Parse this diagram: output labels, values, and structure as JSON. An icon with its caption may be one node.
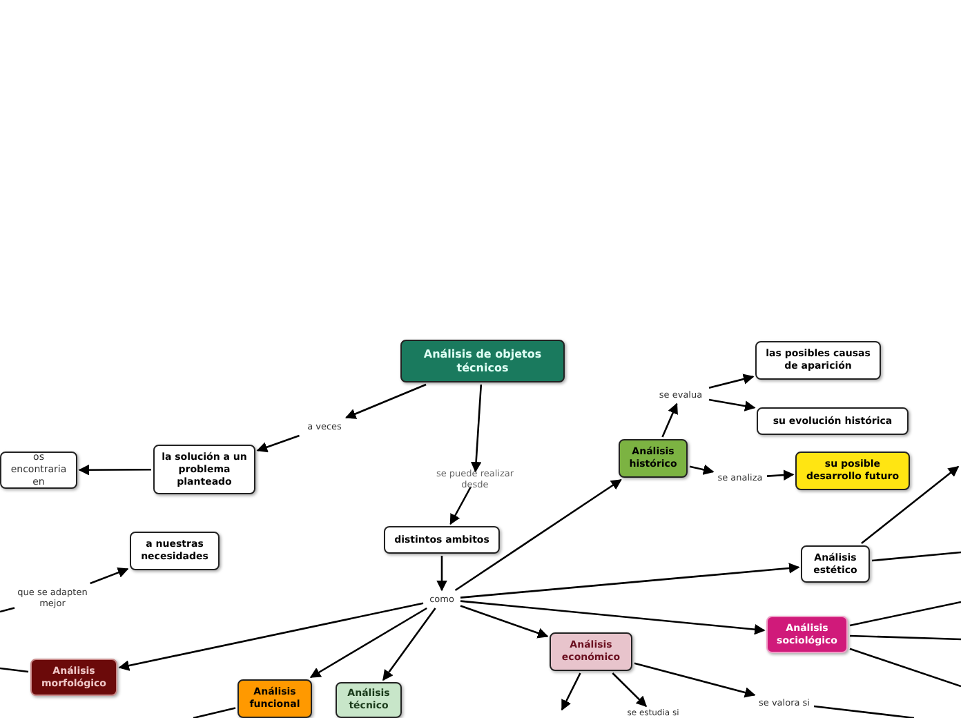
{
  "diagram": {
    "nodes": [
      {
        "text": [
          "Análisis de objetos técnicos"
        ]
      },
      {
        "text": [
          "a veces"
        ]
      },
      {
        "text": [
          "la solución a un problema planteado"
        ]
      },
      {
        "text": [
          "os encontraria en"
        ]
      },
      {
        "text": [
          "se puede realizar desde"
        ]
      },
      {
        "text": [
          "distintos ambitos"
        ]
      },
      {
        "text": [
          "como"
        ]
      },
      {
        "text": [
          "que se adapten mejor"
        ]
      },
      {
        "text": [
          "a nuestras necesidades"
        ]
      },
      {
        "text": [
          "Análisis morfológico"
        ]
      },
      {
        "text": [
          "Análisis funcional"
        ]
      },
      {
        "text": [
          "Análisis técnico"
        ]
      },
      {
        "text": [
          "Análisis económico"
        ]
      },
      {
        "text": [
          "se estudia si"
        ]
      },
      {
        "text": [
          "Análisis histórico"
        ]
      },
      {
        "text": [
          "se evalua"
        ]
      },
      {
        "text": [
          "las posibles causas de aparición"
        ]
      },
      {
        "text": [
          "su evolución histórica"
        ]
      },
      {
        "text": [
          "se analiza"
        ]
      },
      {
        "text": [
          "su posible desarrollo futuro"
        ]
      },
      {
        "text": [
          "Análisis estético"
        ]
      },
      {
        "text": [
          "Análisis sociológico"
        ]
      },
      {
        "text": [
          "se valora si"
        ]
      }
    ],
    "edges": [
      {
        "from": 0,
        "to": 1,
        "arrow": "to"
      },
      {
        "from": 1,
        "to": 2,
        "arrow": "to"
      },
      {
        "from": 2,
        "to": 3,
        "arrow": "to"
      },
      {
        "from": 0,
        "to": 4,
        "arrow": "to"
      },
      {
        "from": 4,
        "to": 5,
        "arrow": "to"
      },
      {
        "from": 5,
        "to": 6,
        "arrow": "to"
      },
      {
        "from": 6,
        "to": 9,
        "arrow": "to"
      },
      {
        "from": 6,
        "to": 10,
        "arrow": "to"
      },
      {
        "from": 6,
        "to": 11,
        "arrow": "to"
      },
      {
        "from": 6,
        "to": 12,
        "arrow": "to"
      },
      {
        "from": 6,
        "to": 14,
        "arrow": "to"
      },
      {
        "from": 6,
        "to": 20,
        "arrow": "to"
      },
      {
        "from": 6,
        "to": 21,
        "arrow": "to"
      },
      {
        "from": 14,
        "to": 15,
        "arrow": "to"
      },
      {
        "from": 15,
        "to": 16,
        "arrow": "to"
      },
      {
        "from": 15,
        "to": 17,
        "arrow": "to"
      },
      {
        "from": 14,
        "to": 18,
        "arrow": "to"
      },
      {
        "from": 18,
        "to": 19,
        "arrow": "to"
      },
      {
        "from": 12,
        "to": 13,
        "arrow": "to"
      },
      {
        "from": 12,
        "to": 22,
        "arrow": "to"
      },
      {
        "from": 7,
        "to": 8,
        "arrow": "to"
      },
      {
        "from": 9,
        "to": null,
        "arrow": "none"
      },
      {
        "from": 10,
        "to": null,
        "arrow": "none"
      },
      {
        "from": 7,
        "to": null,
        "arrow": "none"
      },
      {
        "from": 20,
        "to": null,
        "arrow": "to"
      },
      {
        "from": 20,
        "to": null,
        "arrow": "none"
      },
      {
        "from": 21,
        "to": null,
        "arrow": "none"
      },
      {
        "from": 21,
        "to": null,
        "arrow": "none"
      },
      {
        "from": 21,
        "to": null,
        "arrow": "none"
      },
      {
        "from": 22,
        "to": null,
        "arrow": "none"
      },
      {
        "from": 12,
        "to": null,
        "arrow": "to"
      }
    ]
  }
}
